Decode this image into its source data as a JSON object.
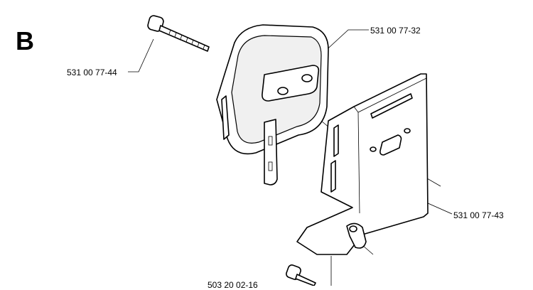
{
  "diagram": {
    "section_letter": "B",
    "parts": [
      {
        "part_number": "531 00 77-32"
      },
      {
        "part_number": "531 00 77-44"
      },
      {
        "part_number": "531 00 77-43"
      },
      {
        "part_number": "503 20 02-16"
      }
    ]
  }
}
